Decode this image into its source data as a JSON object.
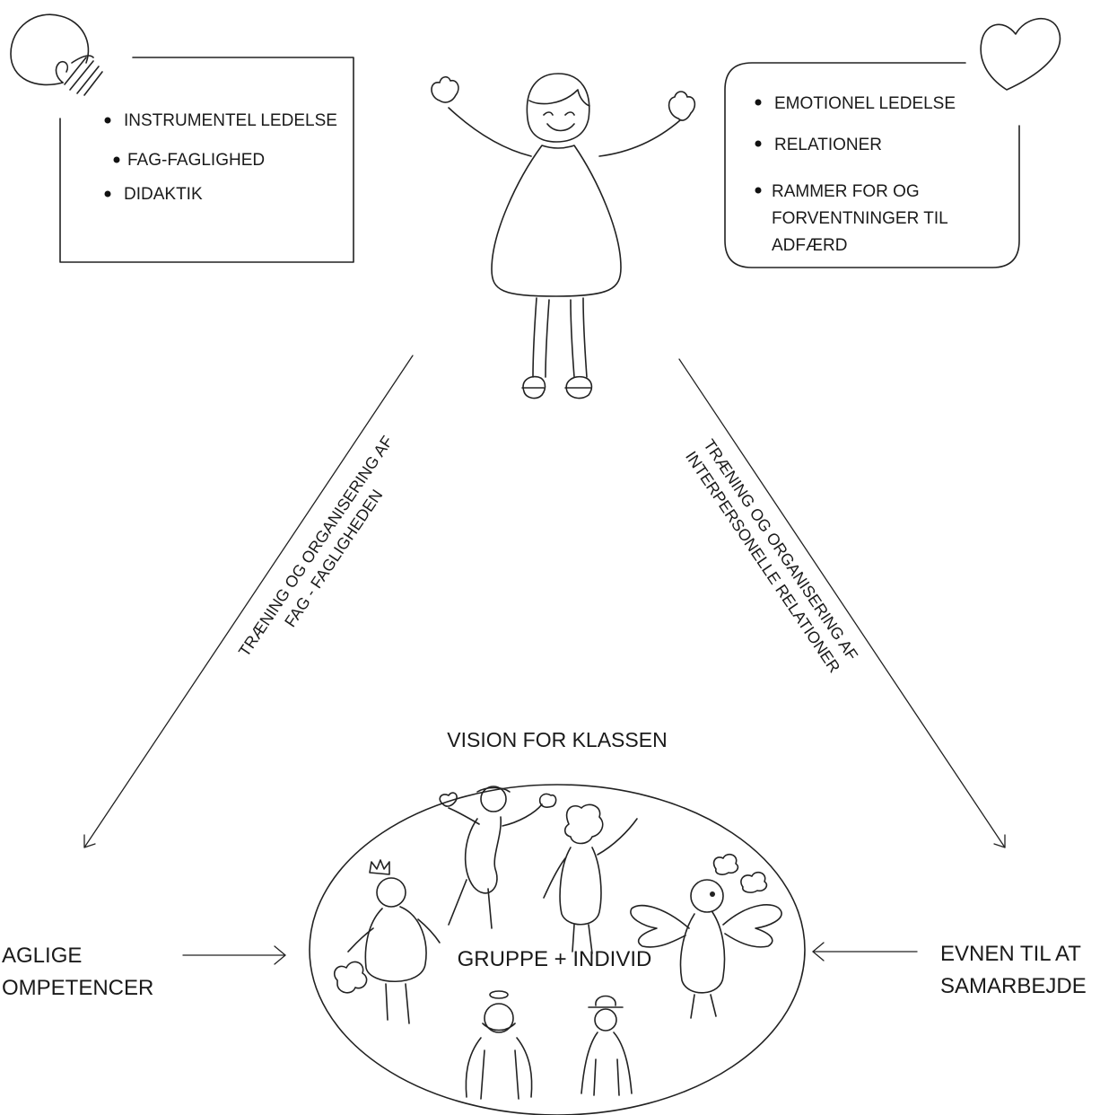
{
  "left_box": {
    "items": [
      "INSTRUMENTEL LEDELSE",
      "FAG-FAGLIGHED",
      "DIDAKTIK"
    ]
  },
  "right_box": {
    "items": [
      "EMOTIONEL LEDELSE",
      "RELATIONER",
      "RAMMER FOR OG",
      "FORVENTNINGER TIL",
      "ADFÆRD"
    ]
  },
  "left_diagonal": {
    "line1": "TRÆNING OG ORGANISERING AF",
    "line2": "FAG - FAGLIGHEDEN"
  },
  "right_diagonal": {
    "line1": "TRÆNING OG ORGANISERING AF",
    "line2": "INTERPERSONELLE RELATIONER"
  },
  "vision_title": "VISION FOR KLASSEN",
  "center_label": "GRUPPE + INDIVID",
  "left_outcome": {
    "line1": "AGLIGE",
    "line2": "OMPETENCER"
  },
  "right_outcome": {
    "line1": "EVNEN TIL AT",
    "line2": "SAMARBEJDE"
  },
  "icons": [
    "lightbulb-icon",
    "heart-icon",
    "teacher-figure",
    "crown-icon",
    "halo-icon",
    "bowler-hat-icon",
    "angel-wings-icon",
    "clouds-icon"
  ]
}
